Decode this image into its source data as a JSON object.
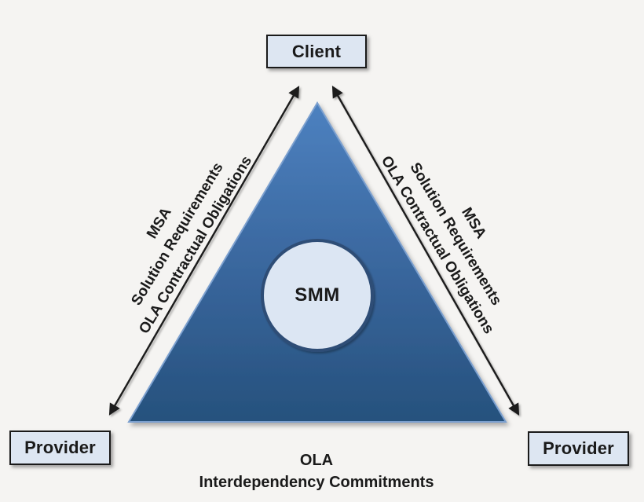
{
  "nodes": {
    "client": "Client",
    "provider_left": "Provider",
    "provider_right": "Provider",
    "smm": "SMM"
  },
  "edge_labels": {
    "left": [
      "MSA",
      "Solution Requirements",
      "OLA Contractual Obligations"
    ],
    "right": [
      "MSA",
      "Solution Requirements",
      "OLA Contractual Obligations"
    ],
    "bottom": [
      "OLA",
      "Interdependency Commitments"
    ]
  },
  "colors": {
    "background": "#f5f4f2",
    "triangle_gradient_top": "#4d81c0",
    "triangle_gradient_bottom": "#26517d",
    "triangle_stroke": "#7ba0cf",
    "node_fill": "#dde6f2",
    "node_border": "#1a1a1a",
    "circle_fill": "#dce6f3",
    "circle_stroke": "#2f4d76",
    "arrow": "#1a1a1a",
    "text": "#1a1a1a"
  }
}
